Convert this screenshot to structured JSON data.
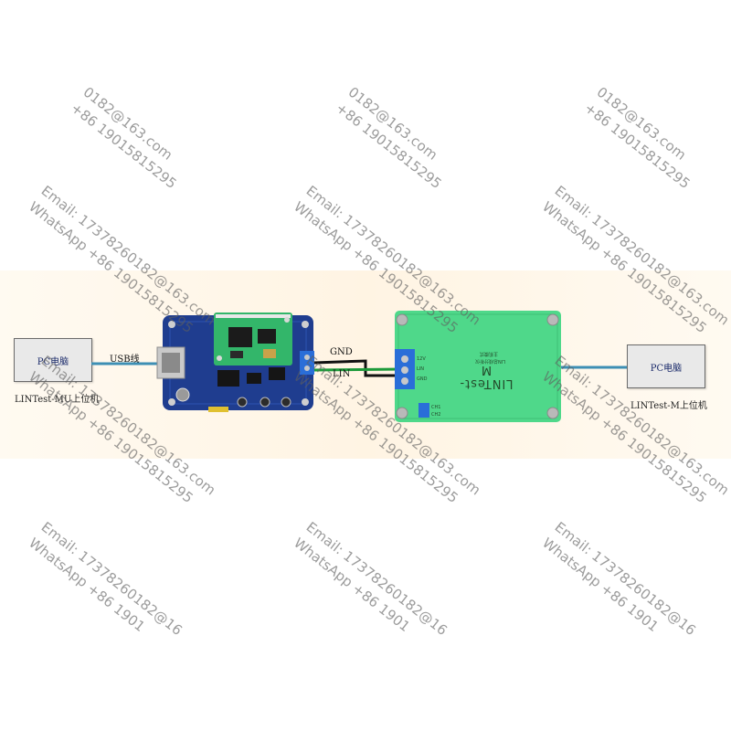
{
  "left_pc": {
    "label": "PC电脑",
    "caption": "LINTest-MU上位机"
  },
  "right_pc": {
    "label": "PC电脑",
    "caption": "LINTest-M上位机"
  },
  "cable_label": "USB线",
  "wire_labels": {
    "gnd": "GND",
    "lin": "LIN"
  },
  "slave_board": {
    "title": "LINTest-M",
    "subtitle_1": "LIN总线分析仪",
    "subtitle_2": "主机模式",
    "pins": [
      "12V",
      "LIN",
      "GND"
    ],
    "pins_bottom": [
      "CH1",
      "CH2"
    ]
  },
  "watermark": {
    "email": "Email: 17378260182@163.com",
    "whatsapp": "WhatsApp +86 19015815295",
    "top_partial_email": "0182@163.com",
    "top_partial_whatsapp": "+86 19015815295",
    "bottom_partial_email": "Email: 17378260182@16",
    "bottom_partial_whatsapp": "WhatsApp +86 1901"
  },
  "colors": {
    "pcb_blue": "#1f3d8f",
    "pcb_green": "#33b66a",
    "usb_cable": "#3d8fb4",
    "wire_black": "#111111",
    "wire_green": "#1d9a3a",
    "terminal_blue": "#2a6ed8"
  },
  "icons": [
    "usb-connector-icon",
    "screw-terminal-icon",
    "mounting-hole-icon"
  ]
}
